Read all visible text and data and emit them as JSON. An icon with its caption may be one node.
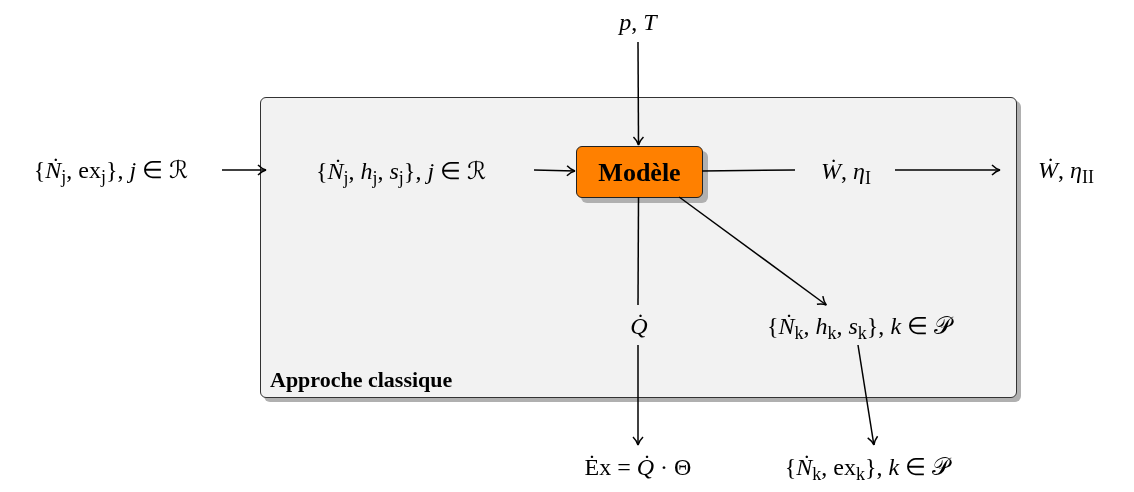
{
  "diagram": {
    "nodes": [
      {
        "text": [
          "Approche classique"
        ]
      },
      {
        "text": [
          "{*Ṅ*$_{j}$, ex$_{j}$}, *j* ∈ ℛ"
        ]
      },
      {
        "text": [
          "{*Ṅ*$_{j}$, *h*$_{j}$, *s*$_{j}$}, *j* ∈ ℛ"
        ],
        "in": 0
      },
      {
        "text": [
          "Modèle"
        ],
        "in": 0
      },
      {
        "text": [
          "*p*, *T*"
        ]
      },
      {
        "text": [
          "*Ẇ*, *η*$_{I}$"
        ],
        "in": 0
      },
      {
        "text": [
          "*Ẇ*, *η*$_{II}$"
        ]
      },
      {
        "text": [
          "*Q̇*"
        ],
        "in": 0
      },
      {
        "text": [
          "{*Ṅ*$_{k}$, *h*$_{k}$, *s*$_{k}$}, *k* ∈ 𝒫"
        ],
        "in": 0
      },
      {
        "text": [
          "Ėx = *Q̇* · Θ"
        ]
      },
      {
        "text": [
          "{*Ṅ*$_{k}$, ex$_{k}$}, *k* ∈ 𝒫"
        ]
      }
    ],
    "edges": [
      {
        "from": 1,
        "to": 2,
        "arrow": "to"
      },
      {
        "from": 2,
        "to": 3,
        "arrow": "to"
      },
      {
        "from": 4,
        "to": 3,
        "arrow": "to"
      },
      {
        "from": 3,
        "to": 5,
        "arrow": "none"
      },
      {
        "from": 5,
        "to": 6,
        "arrow": "to"
      },
      {
        "from": 3,
        "to": 7,
        "arrow": "none"
      },
      {
        "from": 3,
        "to": 8,
        "arrow": "to"
      },
      {
        "from": 7,
        "to": 9,
        "arrow": "to"
      },
      {
        "from": 8,
        "to": 10,
        "arrow": "to"
      }
    ]
  }
}
